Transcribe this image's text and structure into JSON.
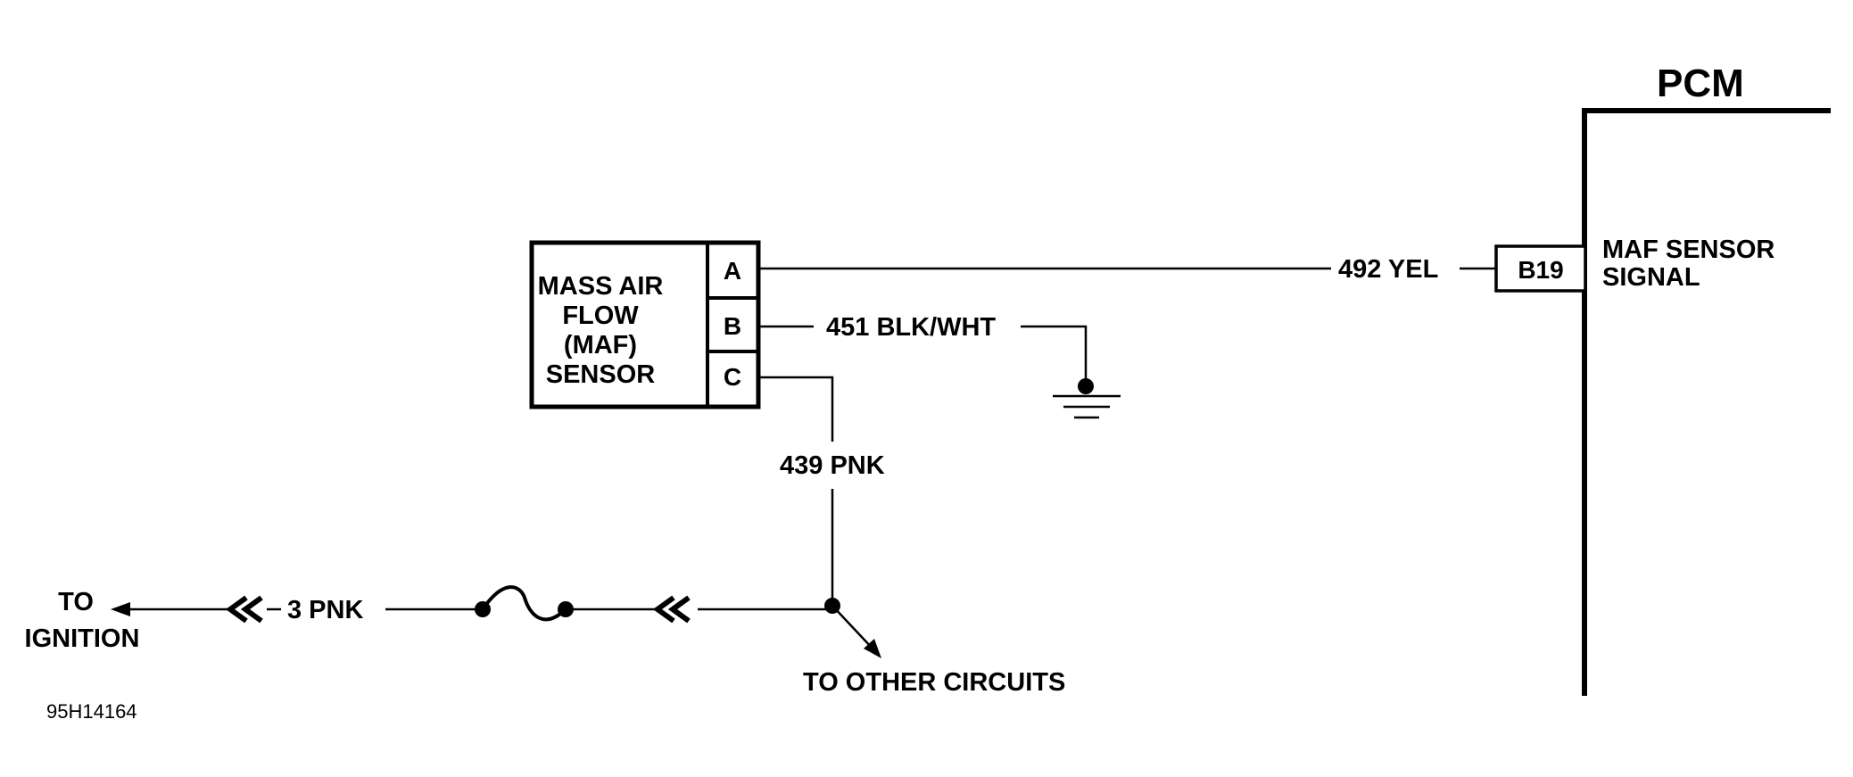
{
  "pcm": {
    "title": "PCM",
    "pin": "B19",
    "signal_label_line1": "MAF SENSOR",
    "signal_label_line2": "SIGNAL"
  },
  "sensor": {
    "line1": "MASS AIR",
    "line2": "FLOW",
    "line3": "(MAF)",
    "line4": "SENSOR",
    "pins": [
      "A",
      "B",
      "C"
    ]
  },
  "wires": {
    "signal": "492 YEL",
    "ground": "451 BLK/WHT",
    "supply": "439 PNK",
    "ignition": "3 PNK"
  },
  "labels": {
    "to_ignition_line1": "TO",
    "to_ignition_line2": "IGNITION",
    "to_other_circuits": "TO OTHER CIRCUITS",
    "figure_id": "95H14164"
  }
}
